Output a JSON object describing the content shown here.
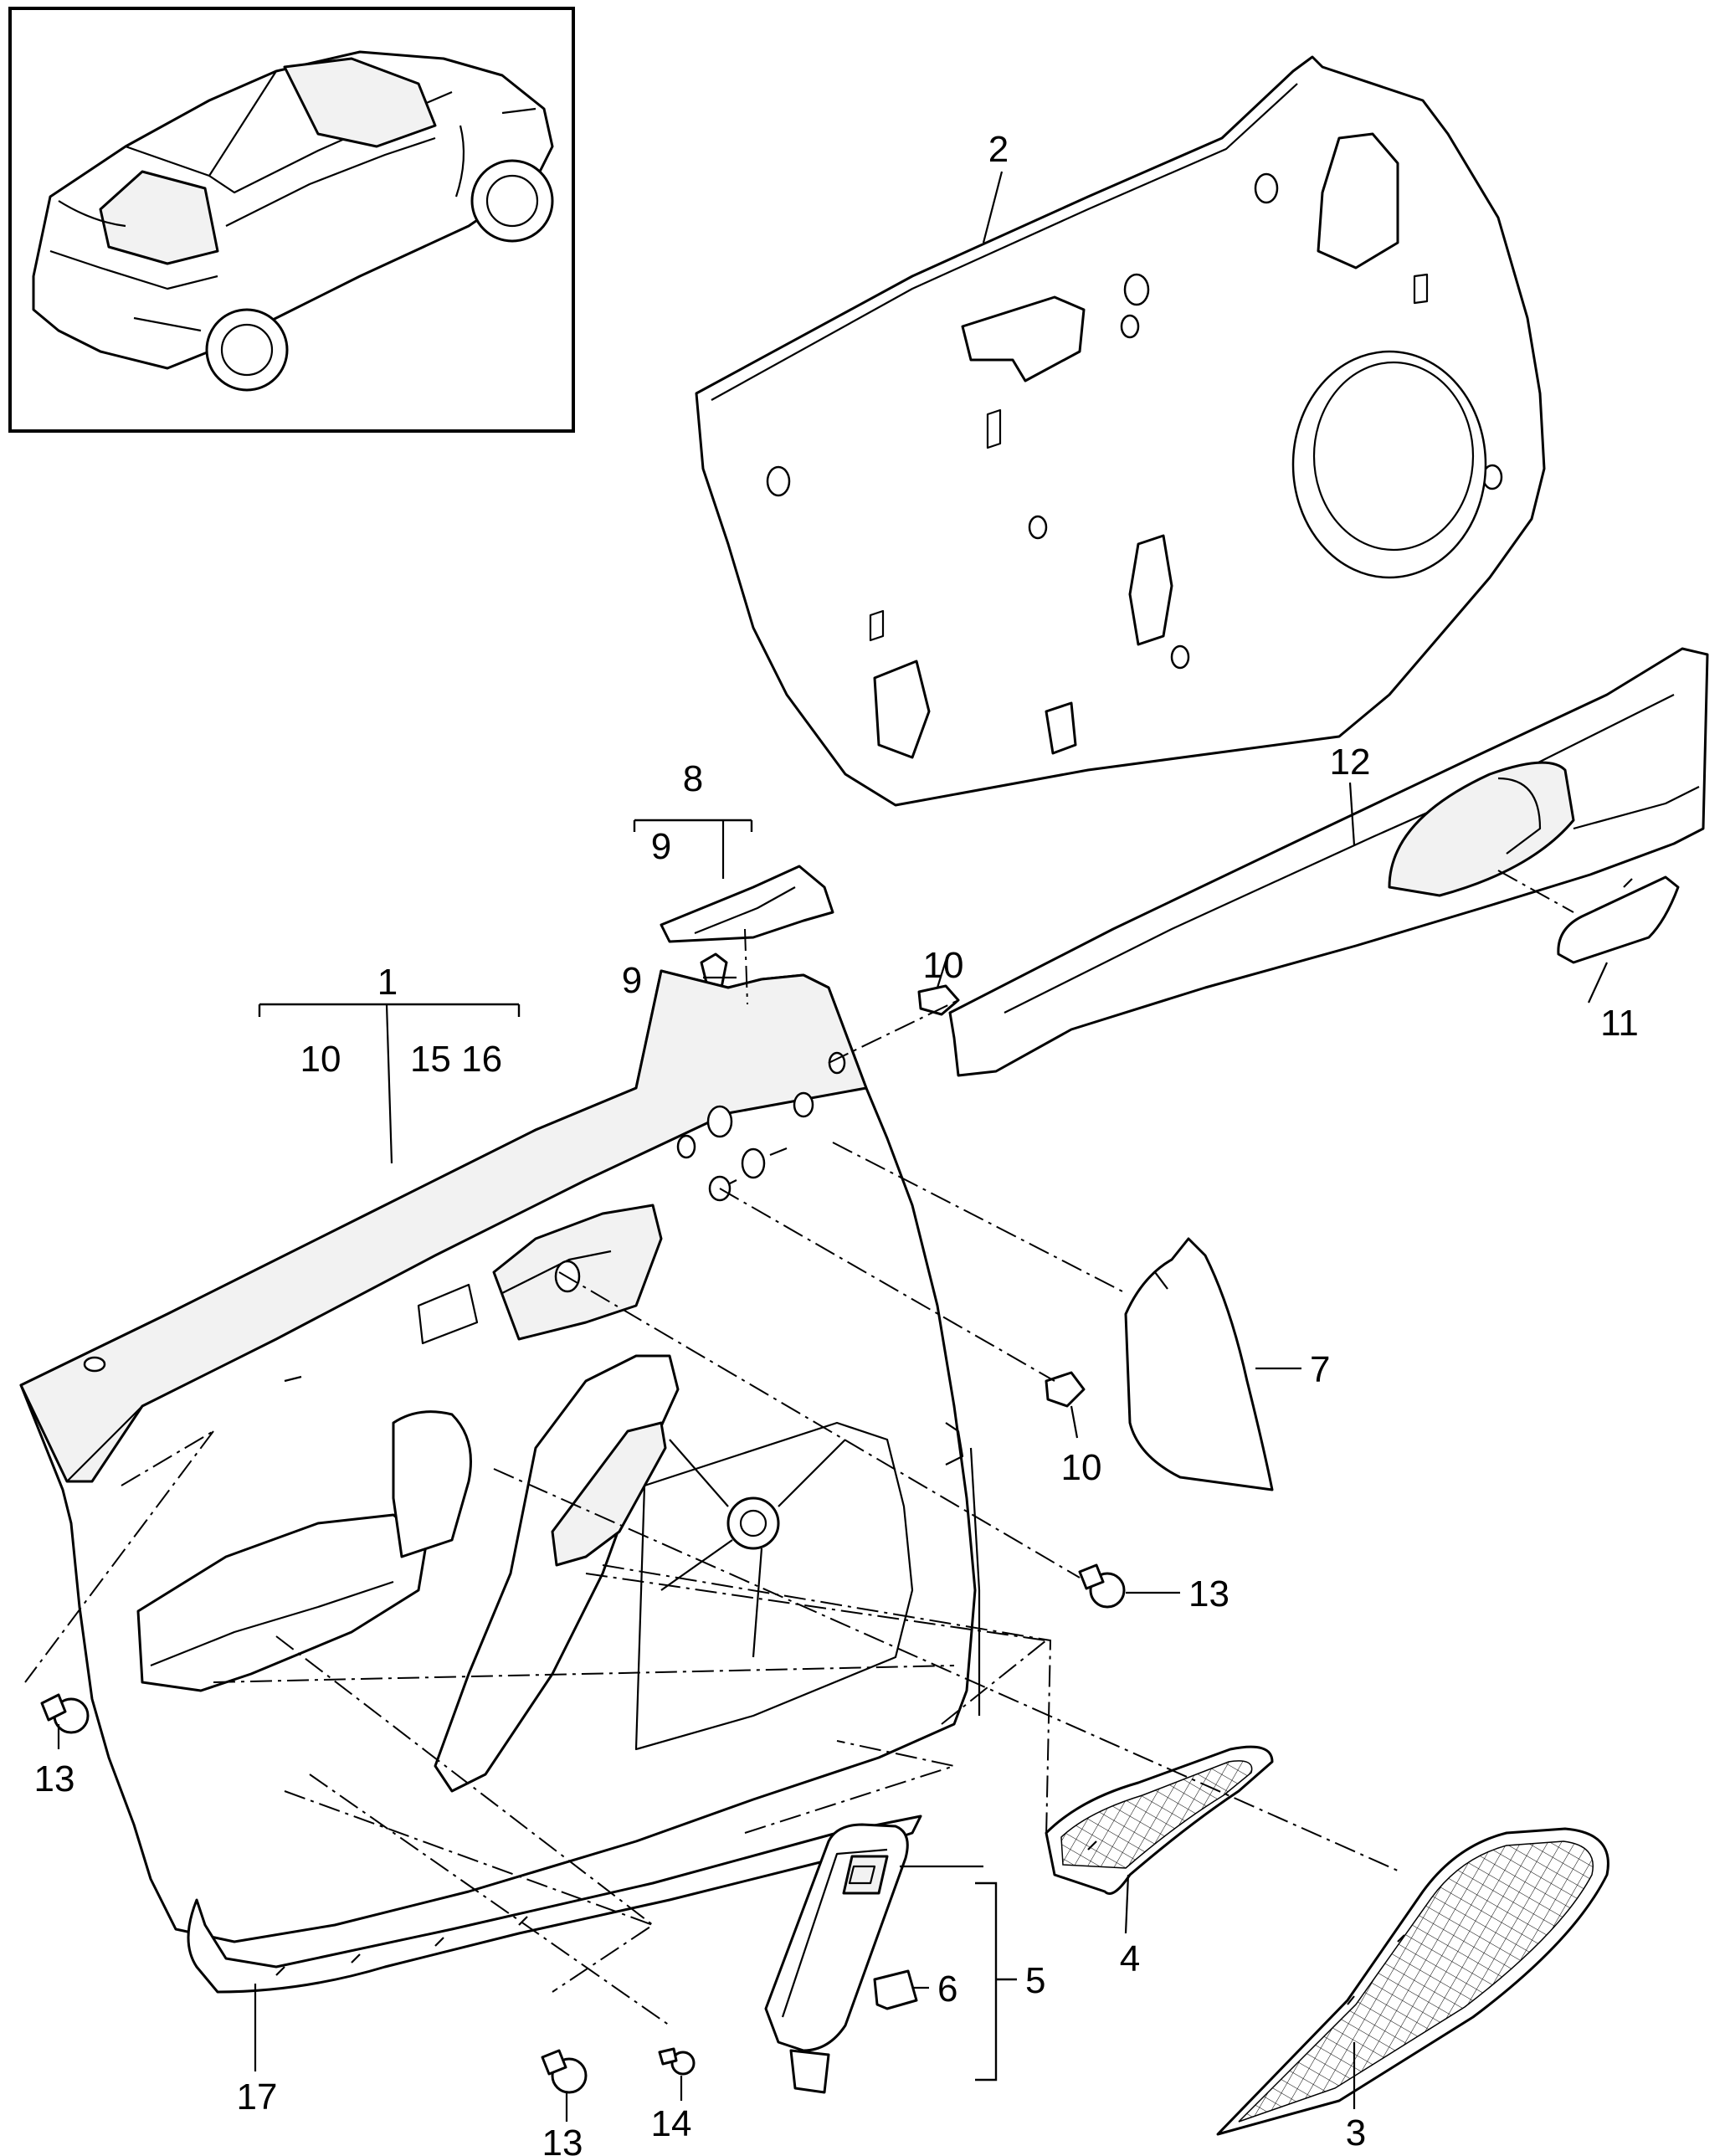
{
  "callouts": {
    "c1": "1",
    "c1_sub_a": "10",
    "c1_sub_b": "15 16",
    "c2": "2",
    "c3": "3",
    "c4": "4",
    "c5": "5",
    "c6": "6",
    "c7": "7",
    "c8": "8",
    "c8_sub": "9",
    "c9": "9",
    "c10_upper": "10",
    "c10_lower": "10",
    "c11": "11",
    "c12": "12",
    "c13_left": "13",
    "c13_right": "13",
    "c13_bottom": "13",
    "c14": "14",
    "c17": "17"
  },
  "colors": {
    "line": "#000000",
    "background": "#ffffff",
    "shade": "#f2f2f2"
  }
}
